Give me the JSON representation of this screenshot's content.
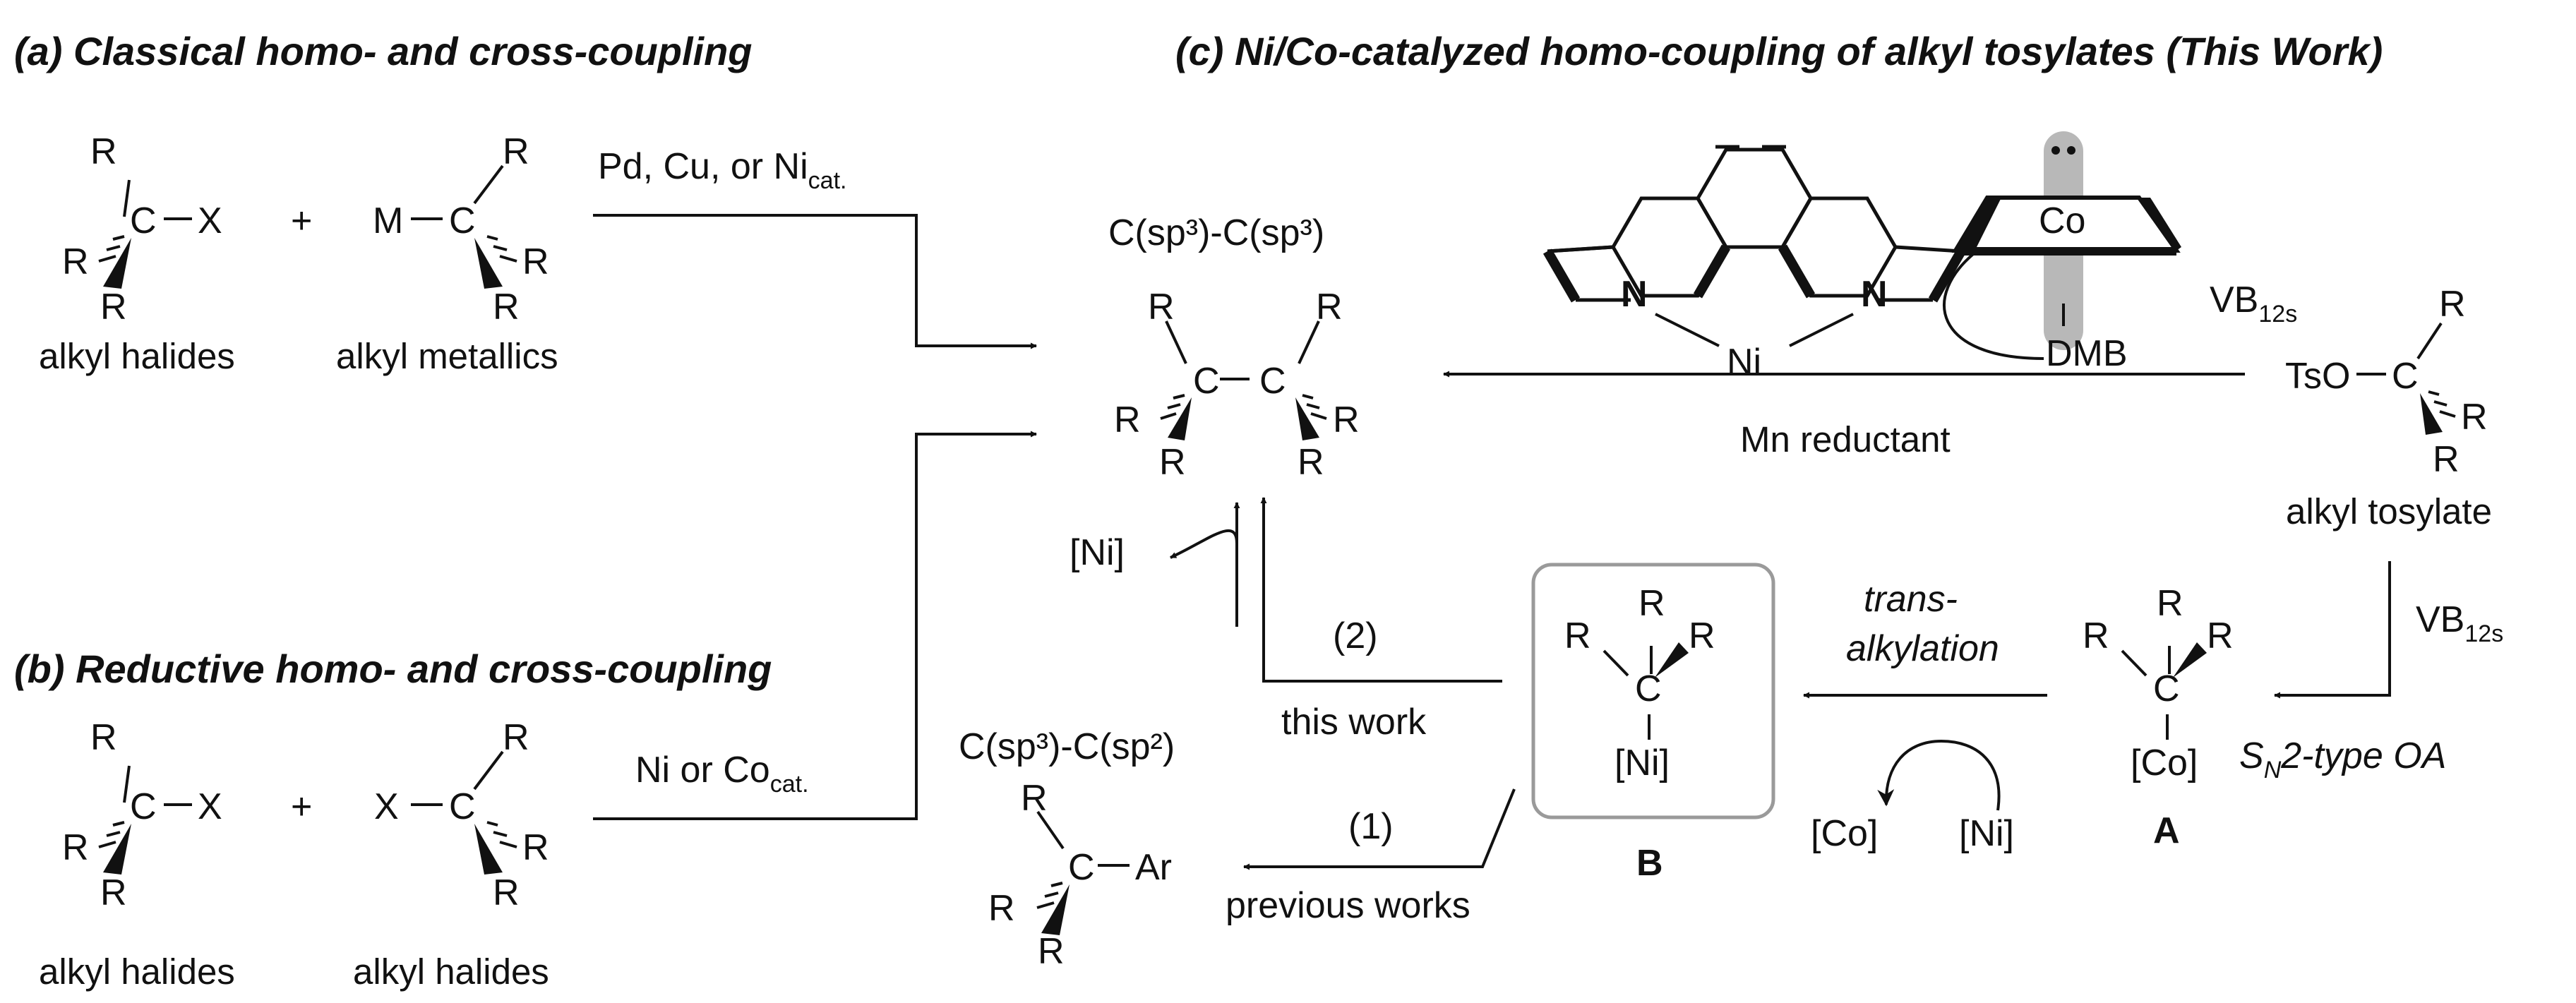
{
  "panels": {
    "a_title": "(a) Classical homo- and cross-coupling",
    "b_title": "(b) Reductive homo- and cross-coupling",
    "c_title": "(c) Ni/Co-catalyzed homo-coupling of alkyl tosylates (This Work)"
  },
  "atoms": {
    "R": "R",
    "C": "C",
    "X": "X",
    "M": "M",
    "N": "N",
    "Ni": "Ni",
    "Co": "Co",
    "TsO": "TsO",
    "Ar": "Ar",
    "DMB": "DMB",
    "plus": "+"
  },
  "labels": {
    "alkyl_halides": "alkyl halides",
    "alkyl_metallics": "alkyl metallics",
    "alkyl_tosylate": "alkyl tosylate",
    "csp3_csp3": "C(sp³)-C(sp³)",
    "csp3_csp2": "C(sp³)-C(sp²)",
    "vb12s": "VB",
    "vb12s_sub": "12s",
    "mn_reductant": "Mn reductant",
    "sn2_main": "S",
    "sn2_sub": "N",
    "sn2_rest": "2-type OA",
    "trans_1": "trans-",
    "trans_2": "alkylation",
    "step_1": "(1)",
    "previous_works": "previous works",
    "step_2": "(2)",
    "this_work": "this work",
    "co_bracket": "[Co]",
    "ni_bracket": "[Ni]",
    "cpd_a": "A",
    "cpd_b": "B"
  },
  "conditions": {
    "a_main": "Pd, Cu, or Ni",
    "a_sub": "cat.",
    "b_main": "Ni or Co",
    "b_sub": "cat."
  },
  "colors": {
    "box_border": "#9a9a9a",
    "cobalt_axis": "#b8b8b8",
    "ink": "#111111"
  }
}
